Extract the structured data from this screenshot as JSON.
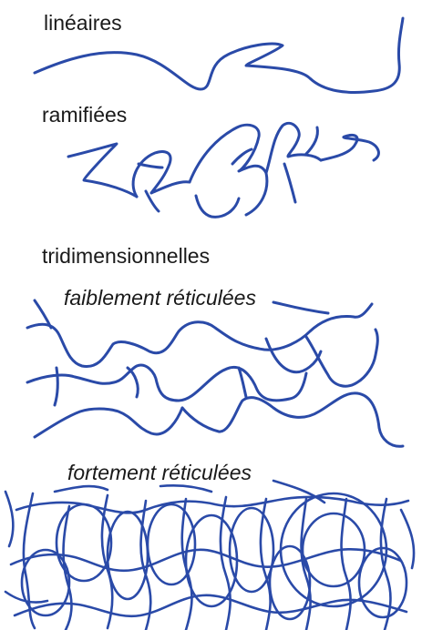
{
  "labels": {
    "lineaires": "linéaires",
    "ramifiees": "ramifiées",
    "tridimensionnelles": "tridimensionnelles",
    "faiblement": "faiblement réticulées",
    "fortement": "fortement réticulées"
  },
  "colors": {
    "chain": "#2a4aa8",
    "text": "#1a1a1a"
  }
}
